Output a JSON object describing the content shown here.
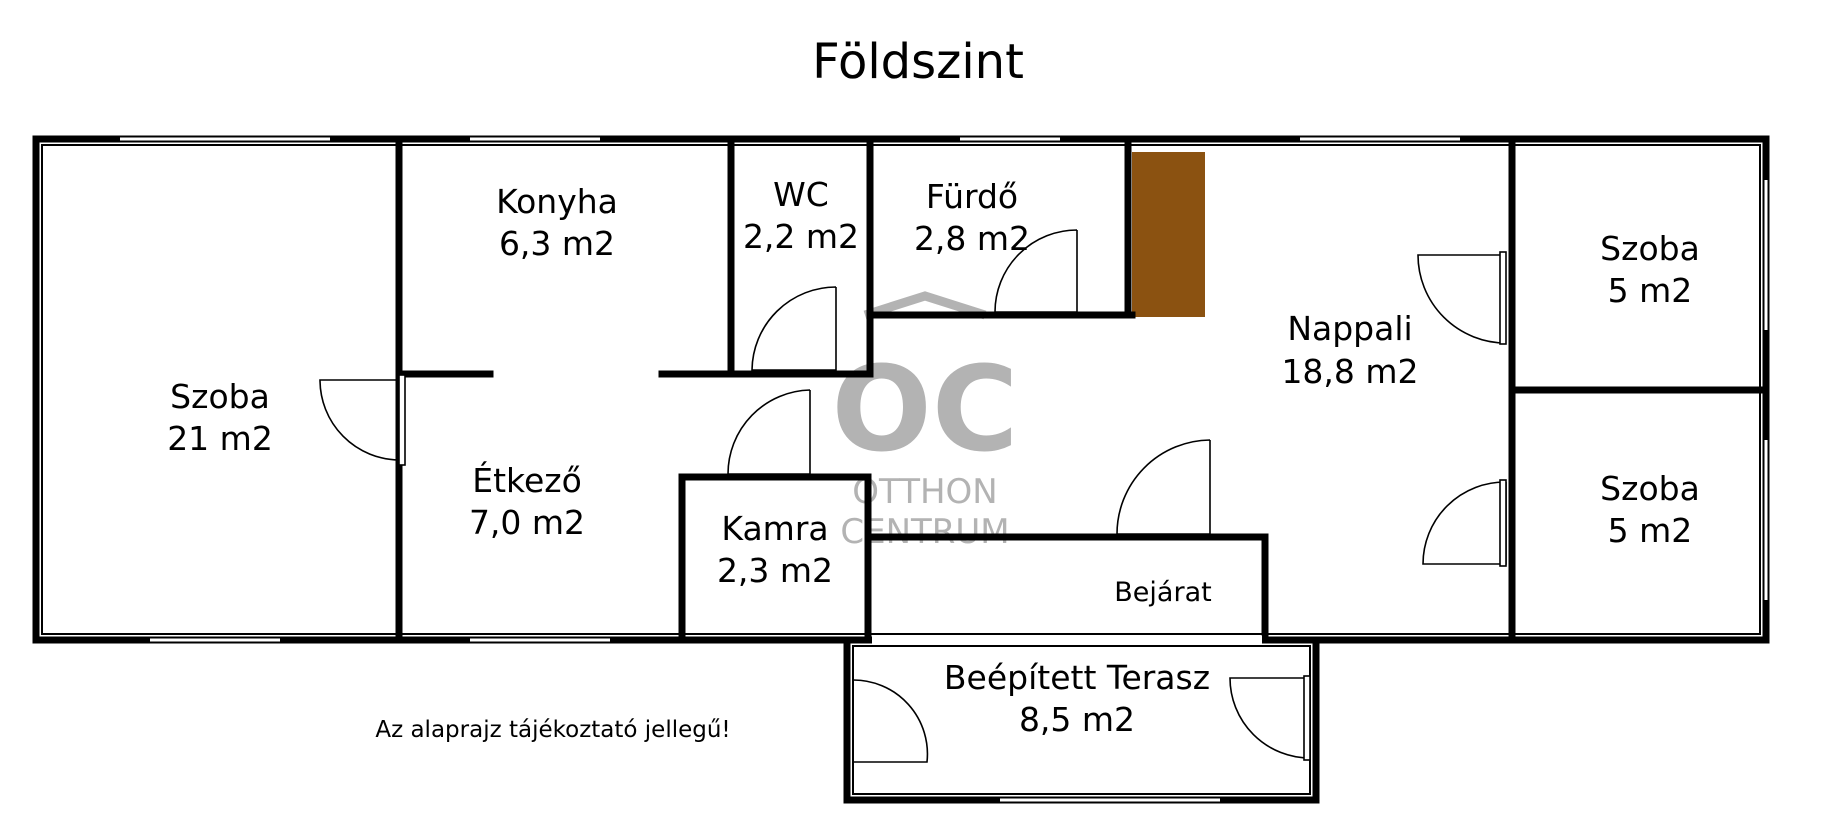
{
  "title": "Földszint",
  "note": "Az alaprajz tájékoztató jellegű!",
  "watermark": {
    "logo": "OC",
    "line1": "OTTHON",
    "line2": "CENTRUM",
    "color": "#b3b3b3"
  },
  "colors": {
    "wall": "#000000",
    "chimney": "#8b5211",
    "background": "#ffffff"
  },
  "rooms": {
    "szoba_big": {
      "name": "Szoba",
      "area": "21 m2"
    },
    "konyha": {
      "name": "Konyha",
      "area": "6,3 m2"
    },
    "wc": {
      "name": "WC",
      "area": "2,2 m2"
    },
    "furdo": {
      "name": "Fürdő",
      "area": "2,8 m2"
    },
    "etkezo": {
      "name": "Étkező",
      "area": "7,0 m2"
    },
    "kamra": {
      "name": "Kamra",
      "area": "2,3 m2"
    },
    "nappali": {
      "name": "Nappali",
      "area": "18,8 m2"
    },
    "szoba_top": {
      "name": "Szoba",
      "area": "5 m2"
    },
    "szoba_bottom": {
      "name": "Szoba",
      "area": "5 m2"
    },
    "terasz": {
      "name": "Beépített Terasz",
      "area": "8,5 m2"
    },
    "bejarat": {
      "name": "Bejárat"
    }
  }
}
